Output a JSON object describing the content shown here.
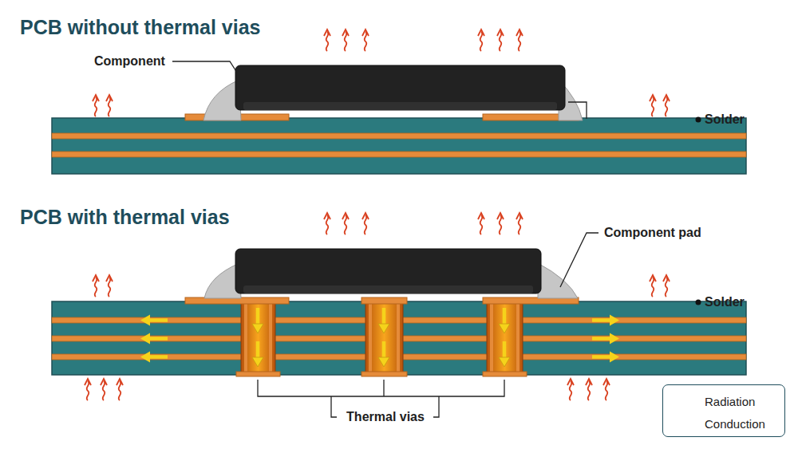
{
  "diagram": {
    "labels": [
      "PCB without thermal vias",
      "Component",
      "Solder",
      "PCB with thermal vias",
      "Component pad",
      "Solder",
      "Thermal vias"
    ],
    "legend": [
      {
        "text": "Radiation"
      },
      {
        "text": "Conduction"
      }
    ]
  }
}
